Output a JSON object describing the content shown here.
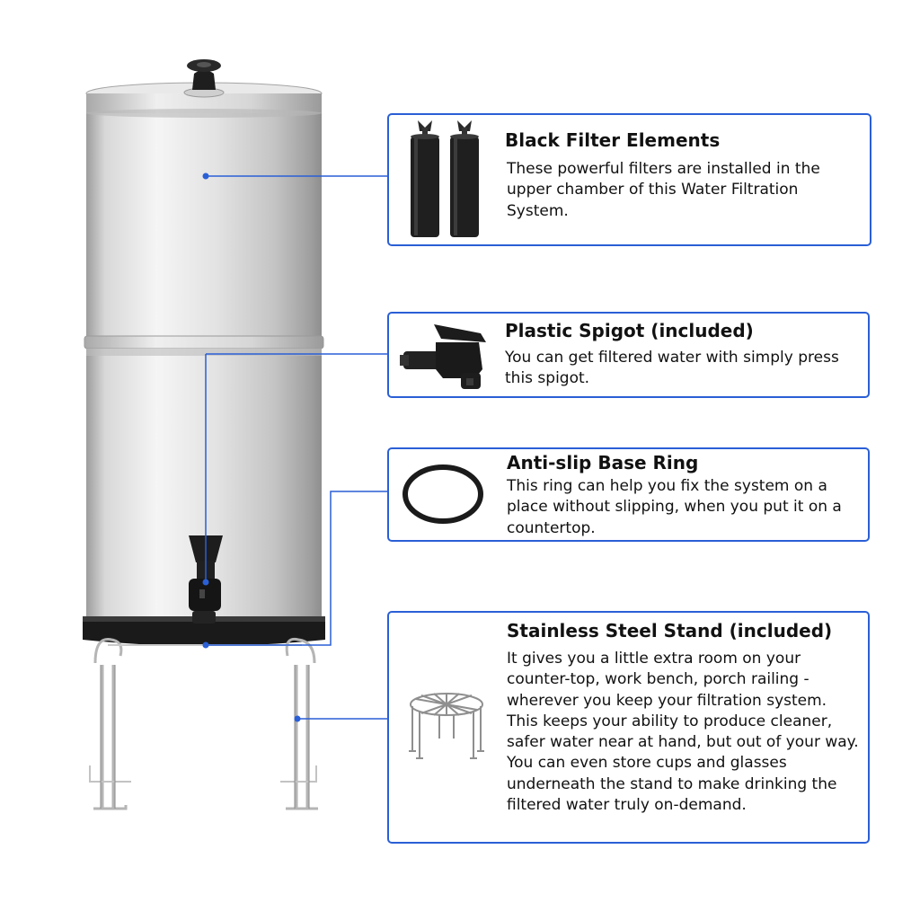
{
  "features": [
    {
      "id": "filters",
      "title": "Black Filter Elements",
      "description": "These powerful filters are installed in the upper chamber of this Water  Filtration System.",
      "icon": "black-filter-cartridges-icon"
    },
    {
      "id": "spigot",
      "title": "Plastic Spigot (included)",
      "description": "You can get filtered water with simply press this spigot.",
      "icon": "plastic-spigot-icon"
    },
    {
      "id": "ring",
      "title": "Anti-slip Base Ring",
      "description": "This ring can help you fix the system on a place without slipping, when you put it on a countertop.",
      "icon": "rubber-base-ring-icon"
    },
    {
      "id": "stand",
      "title": "Stainless Steel Stand (included)",
      "description": "It gives you a little extra room on your counter-top, work bench, porch railing - wherever you keep your filtration system. This keeps your ability to produce cleaner, safer water near at hand, but out of your way. You can even store cups and glasses underneath the stand to make drinking the filtered water truly on-demand.",
      "icon": "steel-stand-icon"
    }
  ],
  "colors": {
    "accent": "#2a5fd6",
    "text": "#111111",
    "steel_light": "#f4f4f4",
    "steel_dark": "#a8a8a8",
    "black_parts": "#1b1b1b"
  }
}
